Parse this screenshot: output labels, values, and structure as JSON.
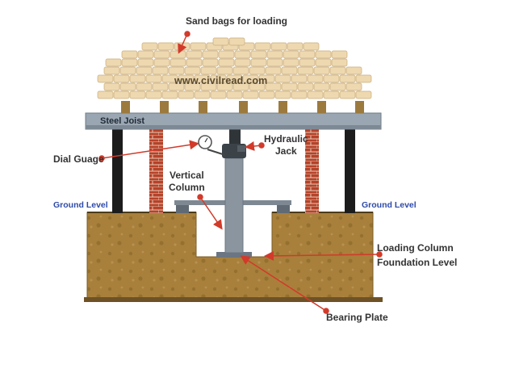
{
  "labels": {
    "sand_bags": "Sand bags for loading",
    "watermark": "www.civilread.com",
    "steel_joist": "Steel Joist",
    "dial_gauge": "Dial Guage",
    "hydraulic_jack": "Hydraulic\nJack",
    "vertical_column": "Vertical\nColumn",
    "ground_level_left": "Ground Level",
    "ground_level_right": "Ground Level",
    "loading_column": "Loading Column",
    "foundation_level": "Foundation Level",
    "bearing_plate": "Bearing Plate"
  },
  "colors": {
    "sand_bag": "#eed8b0",
    "soil": "#a8803c",
    "steel_joist": "#9aa6b2",
    "brick": "#b5432a",
    "column": "#8a95a0",
    "pointer": "#d23a2a",
    "ground_level_text": "#2e4aa8"
  }
}
